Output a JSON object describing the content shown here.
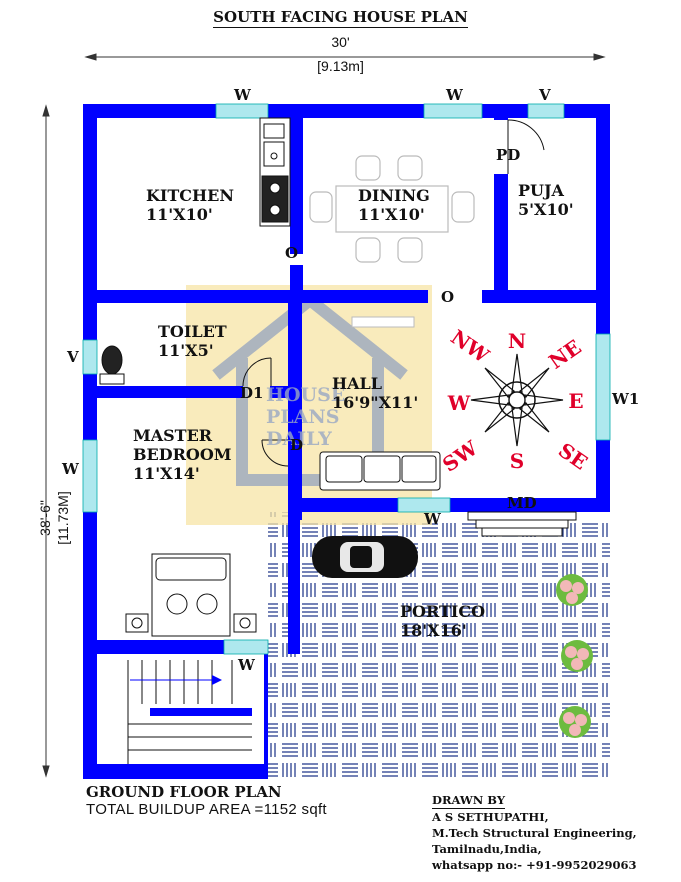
{
  "title": "SOUTH FACING HOUSE PLAN",
  "dimensions": {
    "width_ft": "30'",
    "width_m": "[9.13m]",
    "height_ft": "38'-6\"",
    "height_m": "[11.73M]"
  },
  "rooms": {
    "kitchen": {
      "name": "KITCHEN",
      "size": "11'X10'"
    },
    "dining": {
      "name": "DINING",
      "size": "11'X10'"
    },
    "puja": {
      "name": "PUJA",
      "size": "5'X10'"
    },
    "toilet": {
      "name": "TOILET",
      "size": "11'X5'"
    },
    "hall": {
      "name": "HALL",
      "size": "16'9\"X11'"
    },
    "master": {
      "name1": "MASTER",
      "name2": "BEDROOM",
      "size": "11'X14'"
    },
    "portico": {
      "name": "PORTICO",
      "size": "18'X16'"
    }
  },
  "openings": {
    "w": "W",
    "v": "V",
    "pd": "PD",
    "o": "O",
    "d1": "D1",
    "d": "D",
    "w1": "W1",
    "md": "MD"
  },
  "compass": {
    "n": "N",
    "ne": "NE",
    "e": "E",
    "se": "SE",
    "s": "S",
    "sw": "SW",
    "w": "W",
    "nw": "NW"
  },
  "watermark": {
    "line1": "HOUSE",
    "line2": "PLANS",
    "line3": "DAILY"
  },
  "footer": {
    "plan_name": "GROUND FLOOR PLAN",
    "area": "TOTAL BUILDUP AREA =1152 sqft",
    "drawn_by": "DRAWN BY",
    "author": "A S SETHUPATHI,",
    "qualification": "M.Tech Structural Engineering,",
    "location": "Tamilnadu,India,",
    "contact": "whatsapp no:- +91-9952029063"
  },
  "colors": {
    "wall": "#0000ff",
    "window": "#aee8ee",
    "compass_text": "#e0002a",
    "watermark": "#f7e4a6"
  }
}
